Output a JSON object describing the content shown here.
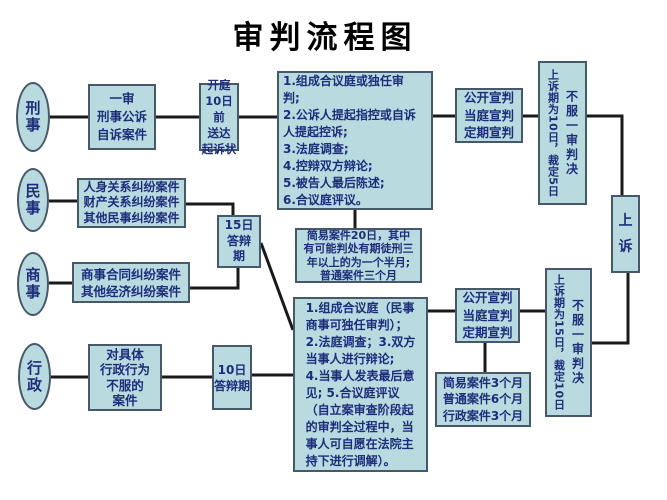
{
  "title": "审判流程图",
  "colors": {
    "box_fill": "#b9dbe0",
    "box_border": "#47586a",
    "box_text": "#1e2d7b",
    "connector": "#1a1a1a",
    "background": "#ffffff",
    "title_color": "#000000"
  },
  "lanes": {
    "criminal": "刑\n事",
    "civil": "民\n事",
    "commercial": "商\n事",
    "administrative": "行\n政"
  },
  "nodes": {
    "first_instance_cases": "一审\n刑事公诉\n自诉案件",
    "serve_indictment": "开庭\n10日前\n送达\n起诉状",
    "criminal_trial_steps": "1.组成合议庭或独任审\n判;\n2.公诉人提起指控或自诉\n人提起控诉;\n3.法庭调查;\n4.控辩双方辩论;\n5.被告人最后陈述;\n6.合议庭评议。",
    "pronouncement_criminal": "公开宣判\n当庭宣判\n定期宣判",
    "appeal_period_criminal": "上诉期为10日，裁定5日",
    "dissatisfied_criminal": "不服一审判决",
    "appeal": "上\n诉",
    "civil_dispute_cases": "人身关系纠纷案件\n财产关系纠纷案件\n其他民事纠纷案件",
    "reply_period_15": "15日\n答辩\n期",
    "criminal_time_limits": "简易案件20日，其中\n有可能判处有期徒刑三\n年以上的为一个半月;\n普通案件三个月",
    "commercial_dispute_cases": "商事合同纠纷案件\n其他经济纠纷案件",
    "civil_trial_steps": "1.组成合议庭（民事\n商事可独任审判）；\n2.法庭调查；3.双方\n当事人进行辩论;\n4.当事人发表最后意\n见; 5.合议庭评议\n（自立案审查阶段起\n的审判全过程中，当\n事人可自愿在法院主\n持下进行调解）。",
    "pronouncement_civil": "公开宣判\n当庭宣判\n定期宣判",
    "appeal_period_civil": "上诉期为15日，裁定10日",
    "dissatisfied_civil": "不服一审判决",
    "civil_time_limits": "简易案件3个月\n普通案件6个月\n行政案件3个月",
    "administrative_cases": "对具体\n行政行为\n不服的\n案件",
    "reply_period_10": "10日\n答辩期"
  }
}
